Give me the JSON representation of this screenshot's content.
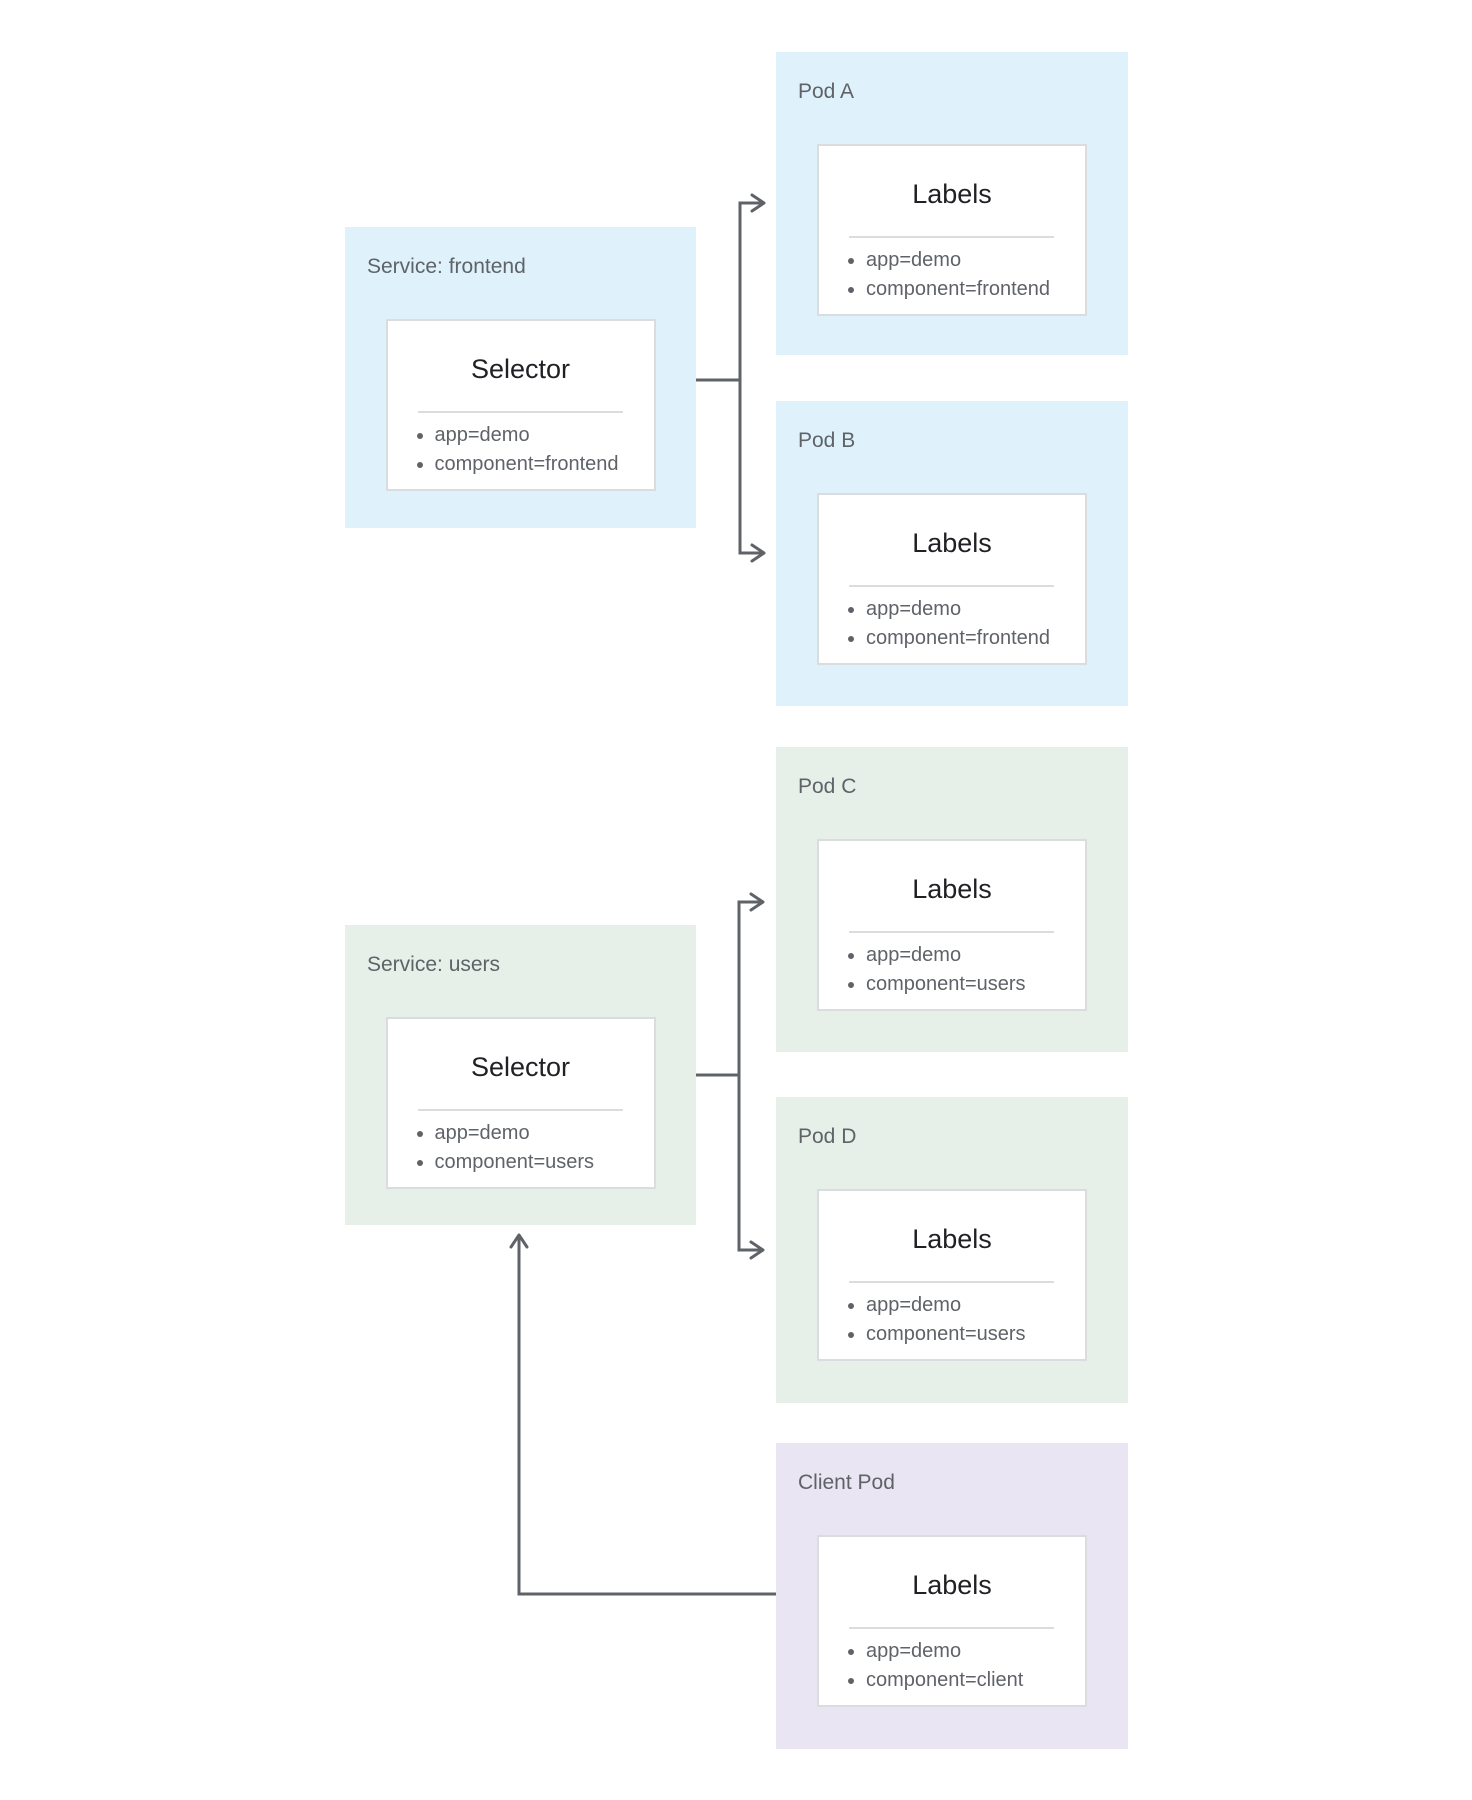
{
  "nodes": {
    "service_frontend": {
      "title": "Service: frontend",
      "card_title": "Selector",
      "items": [
        "app=demo",
        "component=frontend"
      ]
    },
    "pod_a": {
      "title": "Pod A",
      "card_title": "Labels",
      "items": [
        "app=demo",
        "component=frontend"
      ]
    },
    "pod_b": {
      "title": "Pod B",
      "card_title": "Labels",
      "items": [
        "app=demo",
        "component=frontend"
      ]
    },
    "service_users": {
      "title": "Service: users",
      "card_title": "Selector",
      "items": [
        "app=demo",
        "component=users"
      ]
    },
    "pod_c": {
      "title": "Pod C",
      "card_title": "Labels",
      "items": [
        "app=demo",
        "component=users"
      ]
    },
    "pod_d": {
      "title": "Pod D",
      "card_title": "Labels",
      "items": [
        "app=demo",
        "component=users"
      ]
    },
    "client_pod": {
      "title": "Client Pod",
      "card_title": "Labels",
      "items": [
        "app=demo",
        "component=client"
      ]
    }
  },
  "colors": {
    "frontend_group_fill": "#dff2fc",
    "users_group_fill": "#e7efe9",
    "client_group_fill": "#e9e5f2",
    "card_fill": "#ffffff",
    "card_border": "#dadce0",
    "arrow_line": "#5f6368",
    "heading_text": "#202124",
    "muted_text": "#5f6368"
  }
}
